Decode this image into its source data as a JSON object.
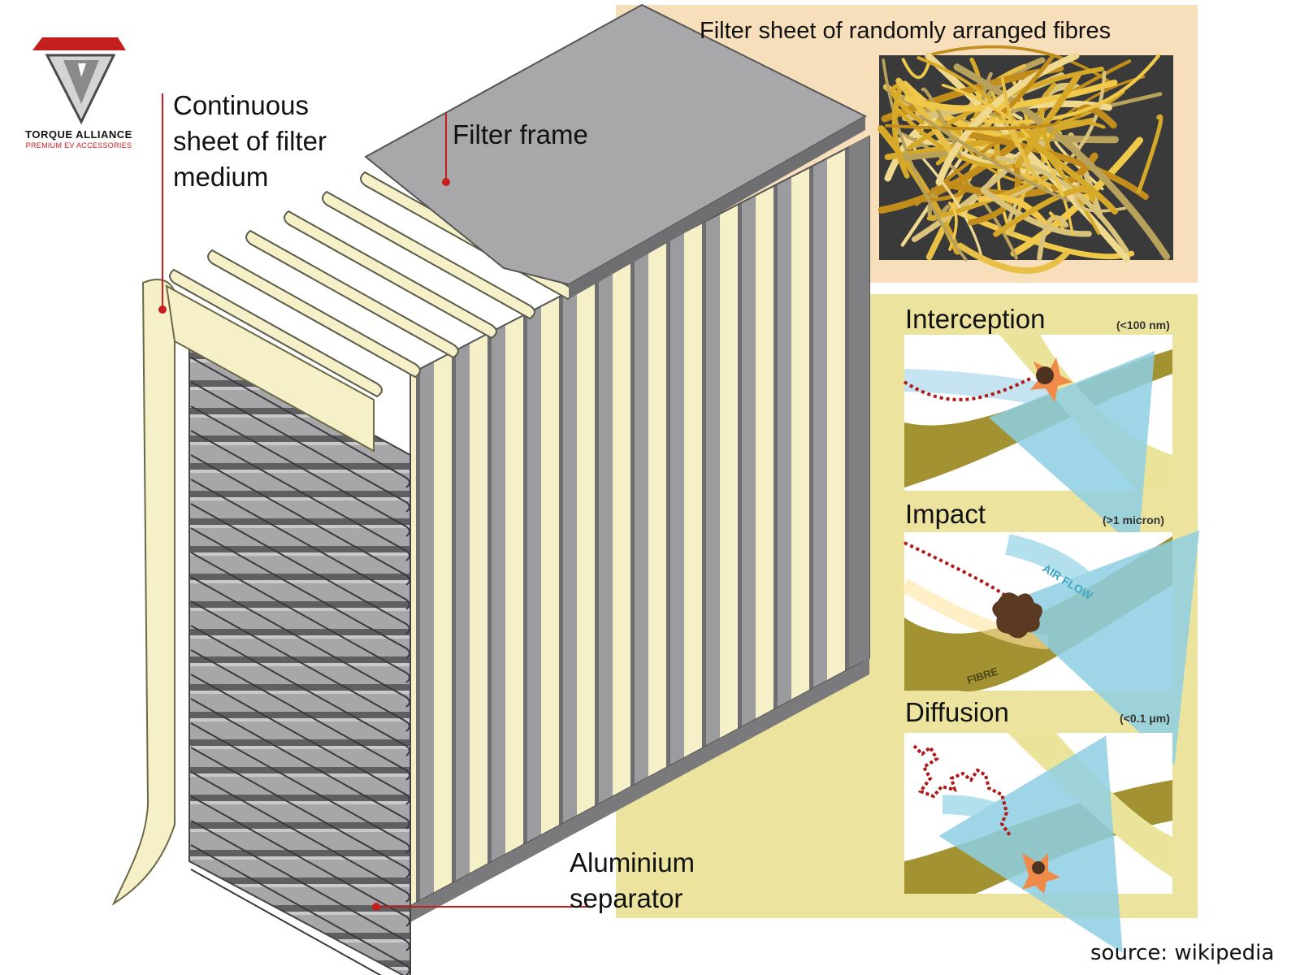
{
  "logo": {
    "brand": "TORQUE ALLIANCE",
    "tagline": "PREMIUM EV ACCESSORIES"
  },
  "labels": {
    "continuous_sheet": [
      "Continuous",
      "sheet of filter",
      "medium"
    ],
    "filter_frame": "Filter frame",
    "aluminium_separator": [
      "Aluminium",
      "separator"
    ],
    "filter_sheet": "Filter sheet of randomly arranged fibres"
  },
  "mechanisms": [
    {
      "title": "Interception",
      "size": "(<100 nm)"
    },
    {
      "title": "Impact",
      "size": "(>1 micron)",
      "annotations": {
        "air_flow": "AIR FLOW",
        "fibre": "FIBRE"
      }
    },
    {
      "title": "Diffusion",
      "size": "(<0.1 μm)"
    }
  ],
  "source": "source: wikipedia",
  "colors": {
    "panel_peach": "#f7dfbb",
    "panel_yellow": "#ece39f",
    "filter_medium": "#f5f0c8",
    "aluminium": "#a4a4a6",
    "fibre": "#a39231",
    "particle": "#5a3a22",
    "accent_red": "#c41e1e"
  }
}
